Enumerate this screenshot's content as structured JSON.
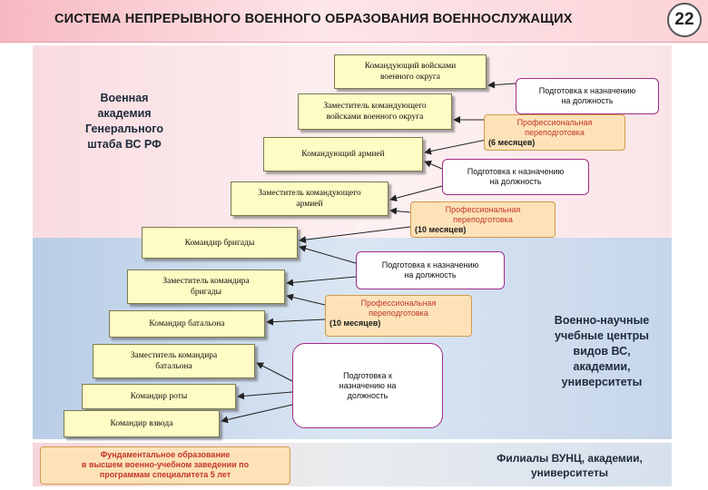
{
  "header": {
    "title": "СИСТЕМА НЕПРЕРЫВНОГО ВОЕННОГО ОБРАЗОВАНИЯ ВОЕННОСЛУЖАЩИХ",
    "page_number": "22"
  },
  "left_label": [
    "Военная",
    "академия",
    "Генерального",
    "штаба ВС РФ"
  ],
  "right_label": [
    "Военно-научные",
    "учебные центры",
    "видов ВС,",
    "академии,",
    "университеты"
  ],
  "bottom_right_label": [
    "Филиалы ВУНЦ, академии,",
    "университеты"
  ],
  "ranks": [
    [
      "Командующий войсками",
      "военного округа"
    ],
    [
      "Заместитель командующего",
      "войсками военного округа"
    ],
    [
      "Командующий армией"
    ],
    [
      "Заместитель командующего",
      "армией"
    ],
    [
      "Командир бригады"
    ],
    [
      "Заместитель командира",
      "бригады"
    ],
    [
      "Командир батальона"
    ],
    [
      "Заместитель командира",
      "батальона"
    ],
    [
      "Командир роты"
    ],
    [
      "Командир взвода"
    ]
  ],
  "preparations": [
    [
      "Подготовка к назначению",
      "на должность"
    ],
    [
      "Подготовка к назначению",
      "на должность"
    ],
    [
      "Подготовка к назначению",
      "на должность"
    ],
    [
      "Подготовка к",
      "назначению на",
      "должность"
    ]
  ],
  "retraining": [
    {
      "lines": [
        "Профессиональная",
        "переподготовка"
      ],
      "duration": "(6 месяцев)"
    },
    {
      "lines": [
        "Профессиональная",
        "переподготовка"
      ],
      "duration": "(10 месяцев)"
    },
    {
      "lines": [
        "Профессиональная",
        "переподготовка"
      ],
      "duration": "(10 месяцев)"
    }
  ],
  "fundamental": [
    "Фундаментальное образование",
    "в высшем военно-учебном заведении по",
    "программам специалитета 5 лет"
  ]
}
